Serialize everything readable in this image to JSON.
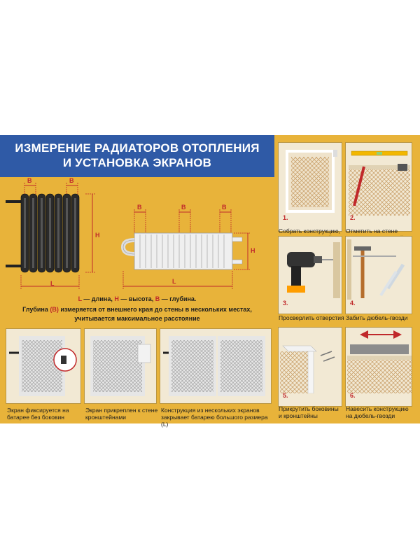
{
  "title": {
    "line1": "ИЗМЕРЕНИЕ РАДИАТОРОВ ОТОПЛЕНИЯ",
    "line2": "И УСТАНОВКА ЭКРАНОВ"
  },
  "dimensions": {
    "b_label": "В",
    "h_label": "Н",
    "l_label": "L"
  },
  "legend": {
    "l_key": "L",
    "l_text": " — длина, ",
    "h_key": "Н",
    "h_text": " — высота, ",
    "b_key": "В",
    "b_text": " — глубина.",
    "line2_a": "Глубина ",
    "line2_b": "(В)",
    "line2_c": " измеряется от внешнего края до стены в нескольких местах,",
    "line3": "учитывается максимальное расстояние"
  },
  "steps": [
    {
      "num": "1.",
      "caption": "Собрать конструкцию, закрепив кронштейны"
    },
    {
      "num": "2.",
      "caption": "Отметить на стене места для отверстий"
    },
    {
      "num": "3.",
      "caption": "Просверлить отверстия"
    },
    {
      "num": "4.",
      "caption": "Забить дюбель-гвозди"
    },
    {
      "num": "5.",
      "caption": "Прикрутить боковины и кронштейны"
    },
    {
      "num": "6.",
      "caption": "Навесить конструкцию на дюбель-гвозди"
    }
  ],
  "variants": [
    {
      "caption": "Экран фиксируется на батарее без боковин"
    },
    {
      "caption": "Экран прикреплен к стене кронштейнами"
    },
    {
      "caption": "Конструкция из нескольких экранов закрывает батарею большого размера (L)"
    }
  ],
  "colors": {
    "background": "#e8b33a",
    "header": "#2f5aa6",
    "accent_red": "#c0282a"
  }
}
